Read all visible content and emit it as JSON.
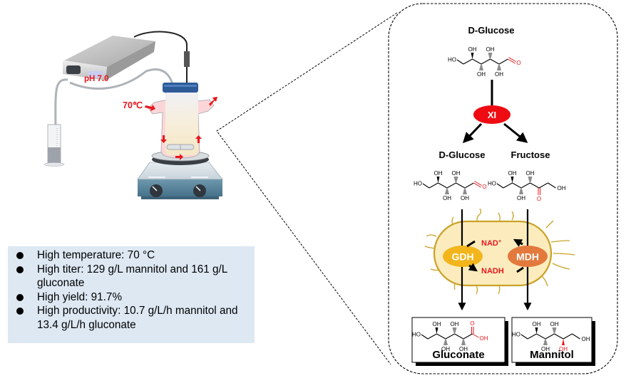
{
  "setup": {
    "ph_label": "pH 7.0",
    "temperature_label": "70℃"
  },
  "highlights": {
    "items": [
      "High temperature: 70 °C",
      "High titer: 129 g/L mannitol and 161 g/L gluconate",
      "High yield: 91.7%",
      "High productivity: 10.7 g/L/h mannitol and 13.4 g/L/h gluconate"
    ]
  },
  "pathway": {
    "substrate_label": "D-Glucose",
    "isomerase_label": "XI",
    "branch_left_label": "D-Glucose",
    "branch_right_label": "Fructose",
    "enzyme_left_label": "GDH",
    "enzyme_right_label": "MDH",
    "cofactor_oxidized_label": "NAD",
    "cofactor_oxidized_charge": "+",
    "cofactor_reduced_label": "NADH",
    "product_left_label": "Gluconate",
    "product_right_label": "Mannitol",
    "atom_labels": {
      "ho": "HO",
      "oh": "OH",
      "o": "O"
    }
  },
  "colors": {
    "accent_red": "#e8151b",
    "xi_fill": "#ee0c12",
    "gdh_fill": "#f2b51c",
    "mdh_fill": "#e3793c",
    "cell_fill": "#fcecbd",
    "cell_stroke": "#c9a227",
    "info_bg": "#dde8f3"
  }
}
